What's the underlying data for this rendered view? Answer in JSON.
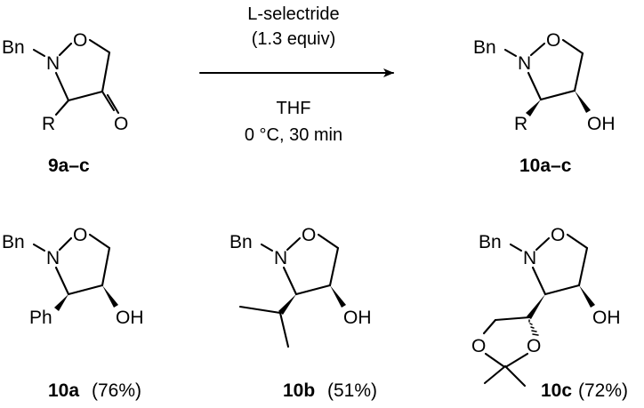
{
  "reaction": {
    "reagent_line1": "L-selectride",
    "reagent_line2": "(1.3 equiv)",
    "solvent": "THF",
    "conditions": "0 °C, 30 min"
  },
  "atoms": {
    "Bn": "Bn",
    "N": "N",
    "O": "O",
    "R": "R",
    "OH": "OH",
    "Ph": "Ph"
  },
  "compounds": {
    "start": {
      "id": "9a–c"
    },
    "product": {
      "id": "10a–c"
    },
    "c10a": {
      "id": "10a",
      "yield": "(76%)"
    },
    "c10b": {
      "id": "10b",
      "yield": "(51%)"
    },
    "c10c": {
      "id": "10c",
      "yield": "(72%)"
    }
  }
}
